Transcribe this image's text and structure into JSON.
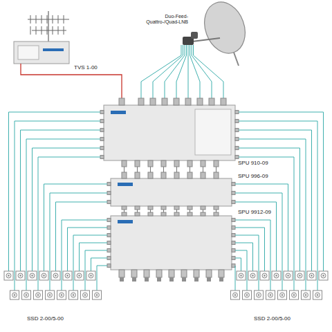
{
  "diagram": {
    "labels": [
      "Duo-Feed- Quattro-/Quad-LNB",
      "TVS 1-00",
      "SPU 910-09",
      "SPU 996-09",
      "SPU 9912-09",
      "SSD 2-00/5-00",
      "SSD 2-00/5-00"
    ]
  }
}
